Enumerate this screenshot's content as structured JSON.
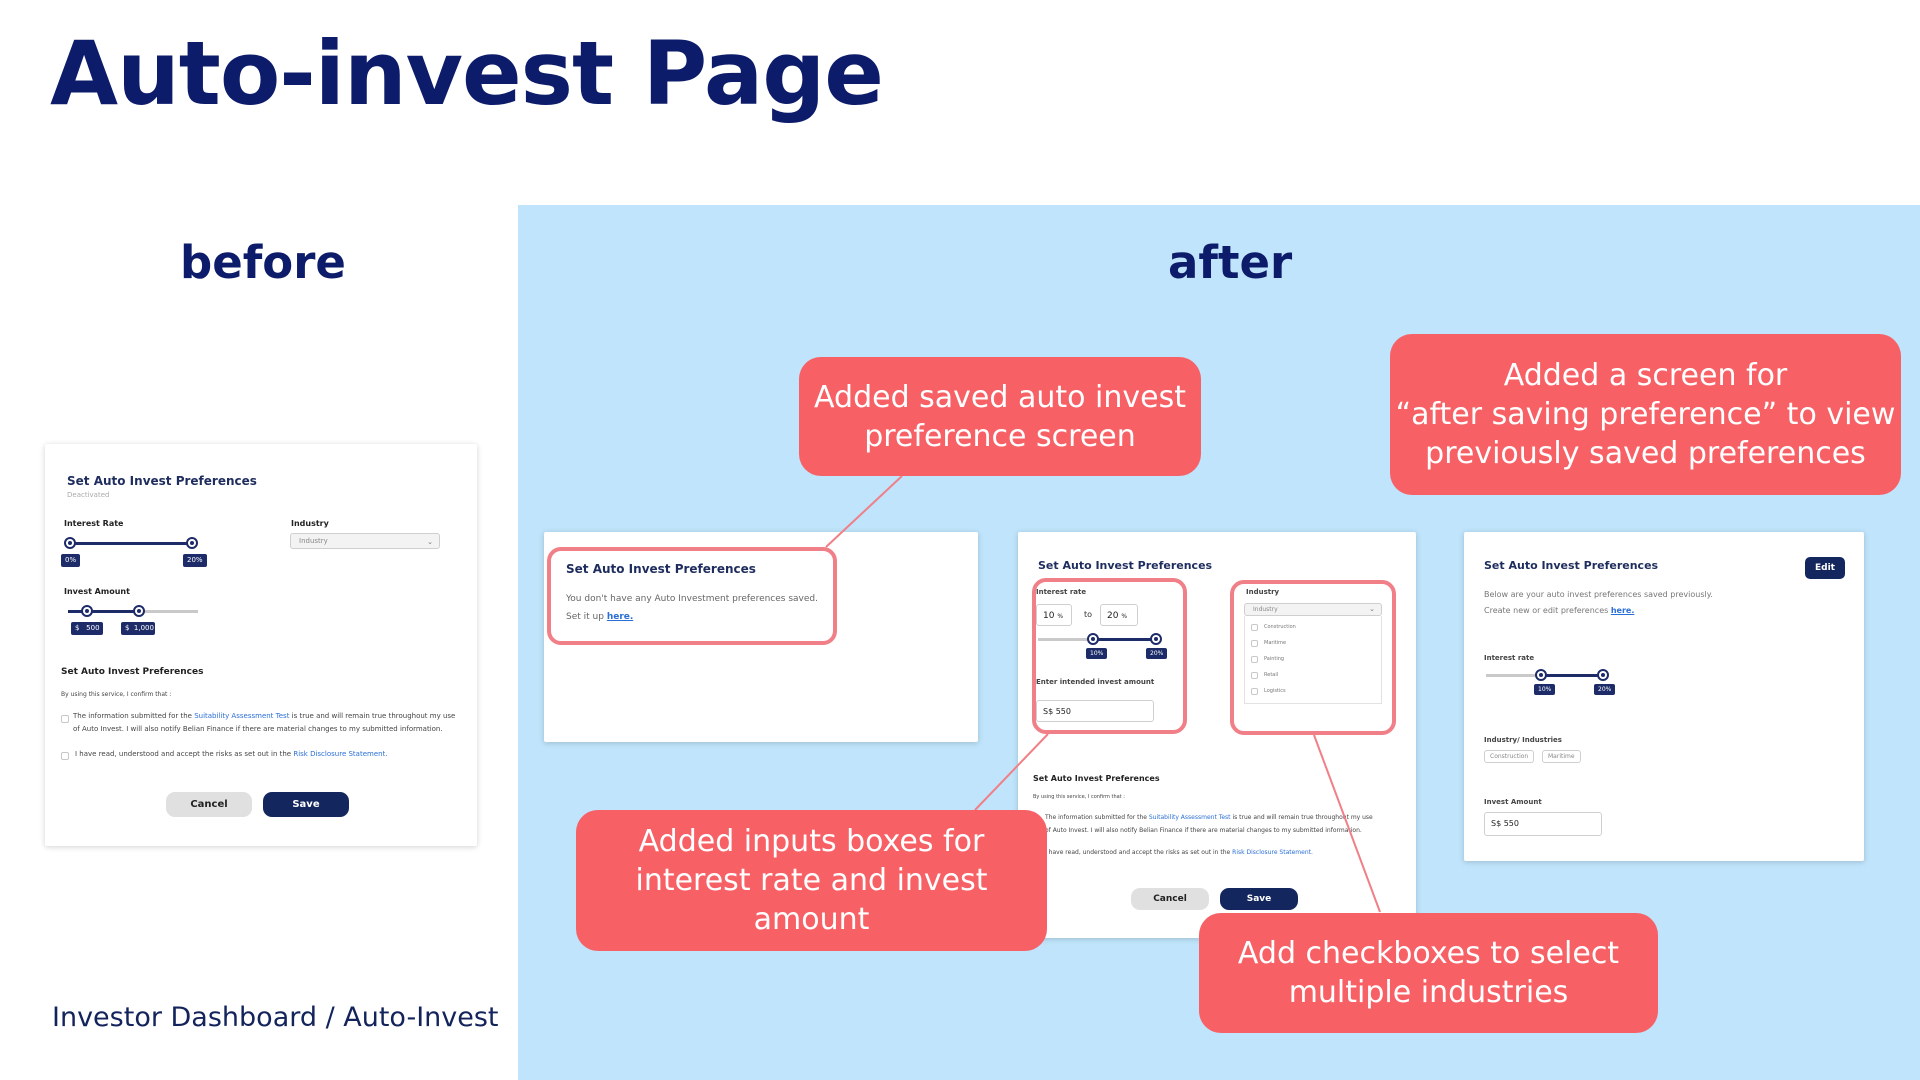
{
  "slide": {
    "title": "Auto-invest Page",
    "before_label": "before",
    "after_label": "after",
    "footer": "Investor Dashboard / Auto-Invest"
  },
  "before_card": {
    "title": "Set Auto Invest Preferences",
    "status": "Deactivated",
    "interest_label": "Interest Rate",
    "interest_min": "0%",
    "interest_max": "20%",
    "industry_label": "Industry",
    "industry_placeholder": "Industry",
    "amount_label": "Invest Amount",
    "amount_min_cur": "$",
    "amount_min": "500",
    "amount_max_cur": "$",
    "amount_max": "1,000",
    "section_title": "Set Auto Invest Preferences",
    "confirm_intro": "By using this service, I confirm that :",
    "c1_a": "The information submitted for the ",
    "c1_link": "Suitability Assessment Test",
    "c1_b": " is true and will remain true throughout my use",
    "c1_c": "of Auto Invest. I will also notify Belian Finance if there are material changes to my submitted information.",
    "c2_a": "I have read, understood and accept the risks as set out in the ",
    "c2_link": "Risk Disclosure Statement.",
    "cancel": "Cancel",
    "save": "Save"
  },
  "after_empty_card": {
    "title": "Set Auto Invest Preferences",
    "line1": "You don't have any Auto Investment preferences saved.",
    "line2_a": "Set it up ",
    "line2_link": "here."
  },
  "after_form_card": {
    "title": "Set Auto Invest Preferences",
    "interest_label": "Interest rate",
    "rate_from": "10",
    "rate_from_unit": "%",
    "to": "to",
    "rate_to": "20",
    "rate_to_unit": "%",
    "tag_min": "10%",
    "tag_max": "20%",
    "amount_label": "Enter intended invest amount",
    "amount_value": "S$ 550",
    "industry_label": "Industry",
    "industry_placeholder": "Industry",
    "industries": [
      "Construction",
      "Maritime",
      "Painting",
      "Retail",
      "Logistics"
    ],
    "section_title": "Set Auto Invest Preferences",
    "confirm_intro": "By using this service, I confirm that :",
    "c1_a": "The information submitted for the ",
    "c1_link": "Suitability Assessment Test",
    "c1_b": " is true and will remain true throughout my use",
    "c1_c": "of Auto Invest. I will also notify Belian Finance if there are material changes to my submitted information.",
    "c2_a": "I have read, understood and accept the risks as set out in the ",
    "c2_link": "Risk Disclosure Statement.",
    "cancel": "Cancel",
    "save": "Save"
  },
  "after_saved_card": {
    "title": "Set Auto Invest Preferences",
    "edit": "Edit",
    "line1": "Below are your auto invest preferences saved previously.",
    "line2_a": "Create new or edit preferences ",
    "line2_link": "here.",
    "interest_label": "Interest rate",
    "tag_min": "10%",
    "tag_max": "20%",
    "industries_label": "Industry/ Industries",
    "industries": [
      "Construction",
      "Maritime"
    ],
    "amount_label": "Invest Amount",
    "amount_value": "S$ 550"
  },
  "callouts": {
    "saved_screen": [
      "Added saved auto invest",
      "preference screen"
    ],
    "after_saving": [
      "Added a screen for",
      "“after saving preference” to view",
      "previously saved preferences"
    ],
    "inputs": [
      "Added inputs boxes for",
      "interest rate and invest amount"
    ],
    "checkboxes": [
      "Add checkboxes to select",
      "multiple industries"
    ]
  },
  "colors": {
    "title_navy": "#0d1b6b",
    "after_bg": "#bfe4fb",
    "callout_red": "#f76166",
    "highlight_pink": "#f07f87",
    "button_navy": "#14265e",
    "link_blue": "#2a6fd6"
  }
}
